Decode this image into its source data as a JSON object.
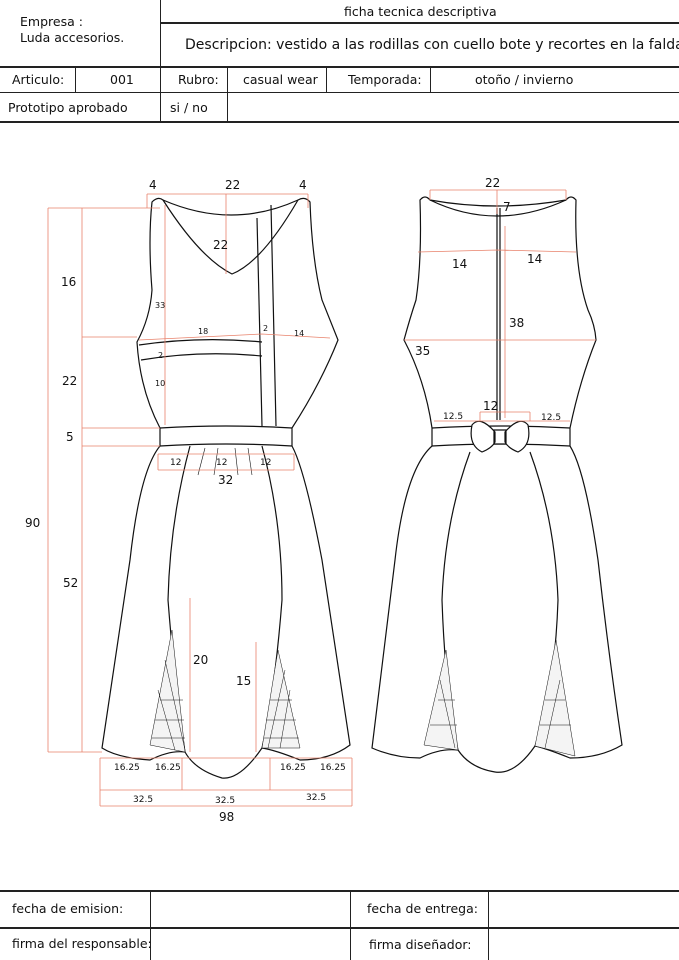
{
  "header": {
    "company_label": "Empresa :",
    "company_name": "Luda accesorios.",
    "sheet_title": "ficha tecnica descriptiva",
    "description": "Descripcion: vestido a las rodillas con cuello bote y recortes en la falda.",
    "article_label": "Articulo:",
    "article_value": "001",
    "category_label": "Rubro:",
    "category_value": "casual wear",
    "season_label": "Temporada:",
    "season_value": "otoño / invierno",
    "prototype_label": "Prototipo aprobado",
    "prototype_value": "si / no"
  },
  "front_measurements": {
    "shoulder_left": "4",
    "neck_width": "22",
    "shoulder_right": "4",
    "neck_depth": "22",
    "len_top": "16",
    "len_bodice": "22",
    "len_band": "5",
    "len_total": "90",
    "len_skirt": "52",
    "armhole": "33",
    "bust_left": "18",
    "panel": "2",
    "bust_right": "14",
    "band_width": "2",
    "under_bust": "10",
    "waist_a": "12",
    "waist_b": "12",
    "waist_c": "12",
    "waist_total": "32",
    "slit_left": "20",
    "slit_right": "15",
    "hem_a": "16.25",
    "hem_b": "16.25",
    "hem_c": "16.25",
    "hem_d": "16.25",
    "hem_seg_a": "32.5",
    "hem_seg_b": "32.5",
    "hem_seg_c": "32.5",
    "hem_total": "98"
  },
  "back_measurements": {
    "neck_width": "22",
    "neck_depth": "7",
    "shoulder_left": "14",
    "shoulder_right": "14",
    "zipper": "38",
    "bust": "35",
    "waist_left": "12.5",
    "bow": "12",
    "waist_right": "12.5"
  },
  "footer": {
    "issue_date_label": "fecha de emision:",
    "delivery_date_label": "fecha de entrega:",
    "manager_signature_label": "firma del responsable:",
    "designer_signature_label": "firma diseñador:"
  },
  "colors": {
    "measure_line": "#e8826b",
    "ink": "#111111"
  }
}
